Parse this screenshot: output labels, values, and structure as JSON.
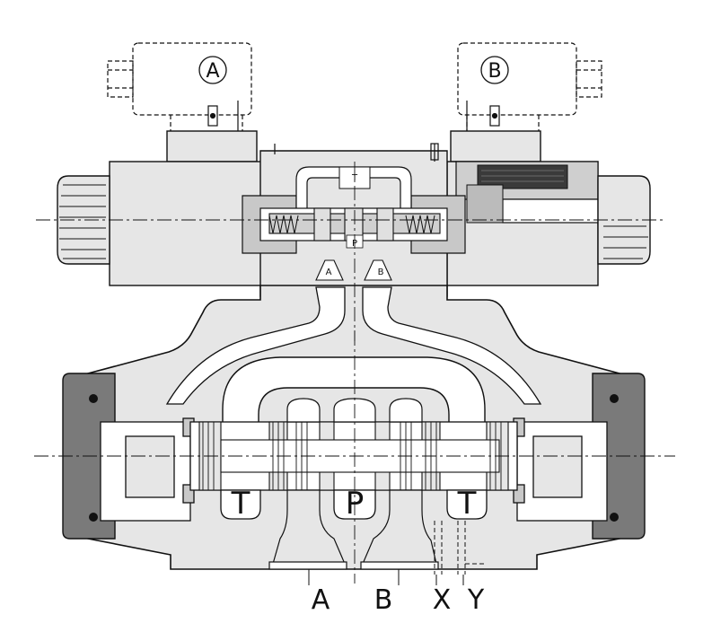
{
  "solenoids": {
    "left_label": "A",
    "right_label": "B"
  },
  "pilot_valve": {
    "tank_label": "T",
    "pressure_label": "P",
    "port_a_label": "A",
    "port_b_label": "B"
  },
  "main_valve": {
    "tank_left_label": "T",
    "pressure_label": "P",
    "tank_right_label": "T"
  },
  "ports": {
    "a": "A",
    "b": "B",
    "x": "X",
    "y": "Y"
  },
  "colors": {
    "body_fill": "#e6e6e6",
    "cap_fill": "#7a7a7a",
    "gland_fill": "#c8c8c8",
    "bore_fill": "#ffffff",
    "line": "#111111"
  }
}
